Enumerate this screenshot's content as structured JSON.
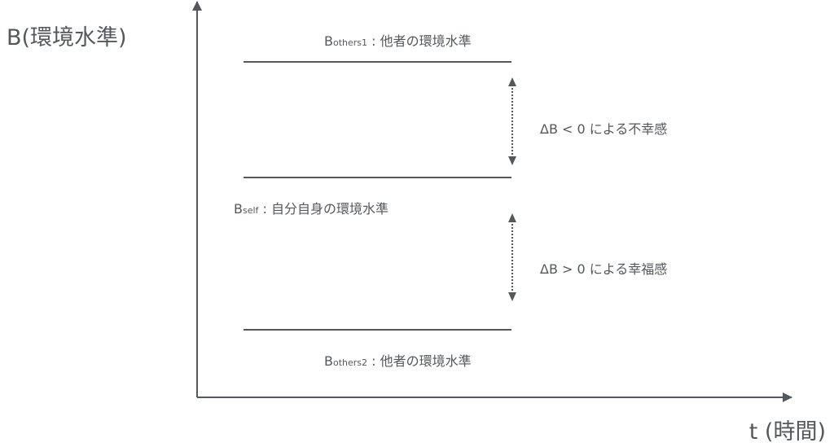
{
  "axes": {
    "y_label": "B(環境水準)",
    "x_label": "t (時間)"
  },
  "levels": {
    "others1": {
      "base": "B",
      "sub": "others1",
      "text": " : 他者の環境水準"
    },
    "self": {
      "base": "B",
      "sub": "self",
      "text": " : 自分自身の環境水準"
    },
    "others2": {
      "base": "B",
      "sub": "others2",
      "text": " : 他者の環境水準"
    }
  },
  "gaps": {
    "negative": "ΔB < 0 による不幸感",
    "positive": "ΔB > 0 による幸福感"
  },
  "colors": {
    "ink": "#54575c"
  }
}
